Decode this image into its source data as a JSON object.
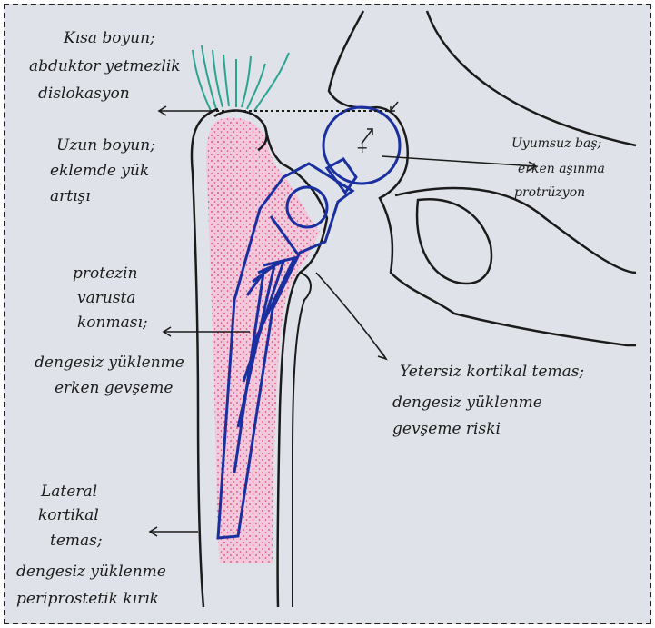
{
  "labels": {
    "short_neck": [
      "Kısa boyun;",
      "abduktor yetmezlik",
      "dislokasyon"
    ],
    "long_neck": [
      "Uzun boyun;",
      "eklemde yük",
      "artışı"
    ],
    "mismatched_head": [
      "Uyumsuz baş;",
      "erken aşınma",
      "protrüzyon"
    ],
    "varus": [
      "protezin",
      "varusta",
      "konması;",
      "dengesiz yüklenme",
      "erken gevşeme"
    ],
    "cortical": [
      "Yetersiz kortikal temas;",
      "dengesiz yüklenme",
      "gevşeme riski"
    ],
    "lateral": [
      "Lateral",
      "kortikal",
      "temas;",
      "dengesiz yüklenme",
      "periprostetik kırık"
    ]
  },
  "colors": {
    "paper": "#dfe3e9",
    "ink": "#1b1b1b",
    "implant": "#1a2fa0",
    "cement_dots": "#e0387a",
    "cement_fill": "#f2c9da",
    "muscle": "#2aa38f"
  }
}
